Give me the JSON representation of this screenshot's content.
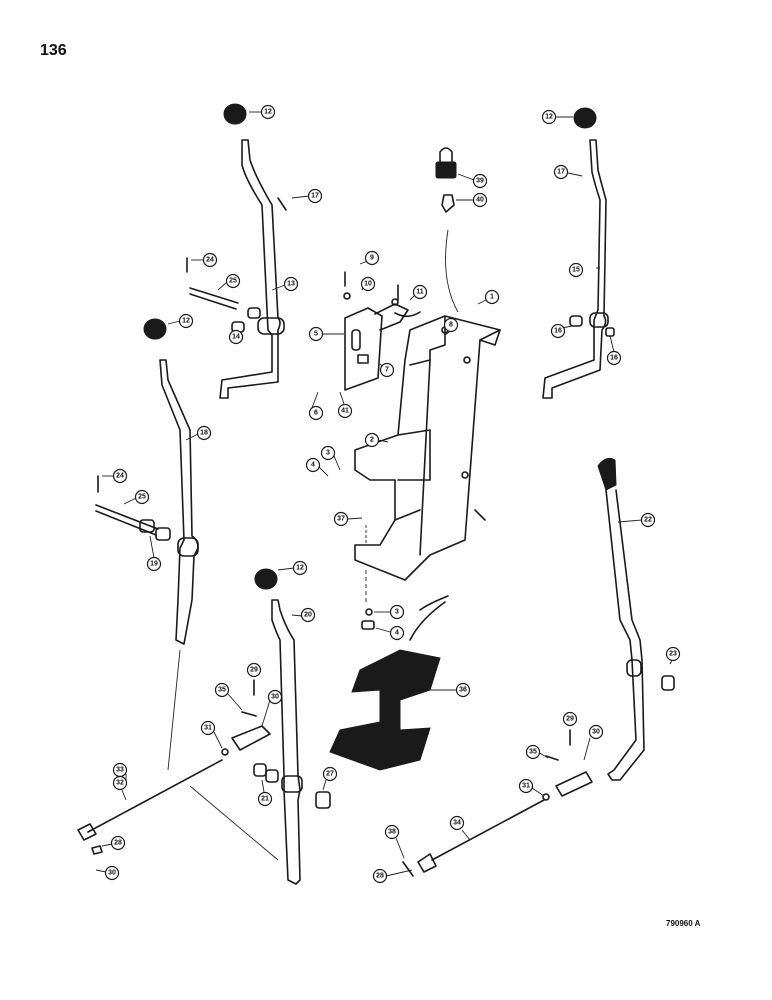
{
  "page": {
    "number": "136",
    "figure_code": "790960 A"
  },
  "callouts": [
    {
      "label": "12"
    },
    {
      "label": "17"
    },
    {
      "label": "24"
    },
    {
      "label": "25"
    },
    {
      "label": "13"
    },
    {
      "label": "14"
    },
    {
      "label": "12"
    },
    {
      "label": "18"
    },
    {
      "label": "24"
    },
    {
      "label": "25"
    },
    {
      "label": "19"
    },
    {
      "label": "9"
    },
    {
      "label": "10"
    },
    {
      "label": "11"
    },
    {
      "label": "5"
    },
    {
      "label": "6"
    },
    {
      "label": "41"
    },
    {
      "label": "7"
    },
    {
      "label": "8"
    },
    {
      "label": "1"
    },
    {
      "label": "39"
    },
    {
      "label": "40"
    },
    {
      "label": "12"
    },
    {
      "label": "17"
    },
    {
      "label": "15"
    },
    {
      "label": "16"
    },
    {
      "label": "16"
    },
    {
      "label": "2"
    },
    {
      "label": "3"
    },
    {
      "label": "4"
    },
    {
      "label": "37"
    },
    {
      "label": "3"
    },
    {
      "label": "4"
    },
    {
      "label": "22"
    },
    {
      "label": "23"
    },
    {
      "label": "12"
    },
    {
      "label": "20"
    },
    {
      "label": "29"
    },
    {
      "label": "35"
    },
    {
      "label": "30"
    },
    {
      "label": "31"
    },
    {
      "label": "21"
    },
    {
      "label": "27"
    },
    {
      "label": "36"
    },
    {
      "label": "33"
    },
    {
      "label": "32"
    },
    {
      "label": "28"
    },
    {
      "label": "30"
    },
    {
      "label": "29"
    },
    {
      "label": "35"
    },
    {
      "label": "30"
    },
    {
      "label": "31"
    },
    {
      "label": "34"
    },
    {
      "label": "38"
    },
    {
      "label": "28"
    }
  ]
}
